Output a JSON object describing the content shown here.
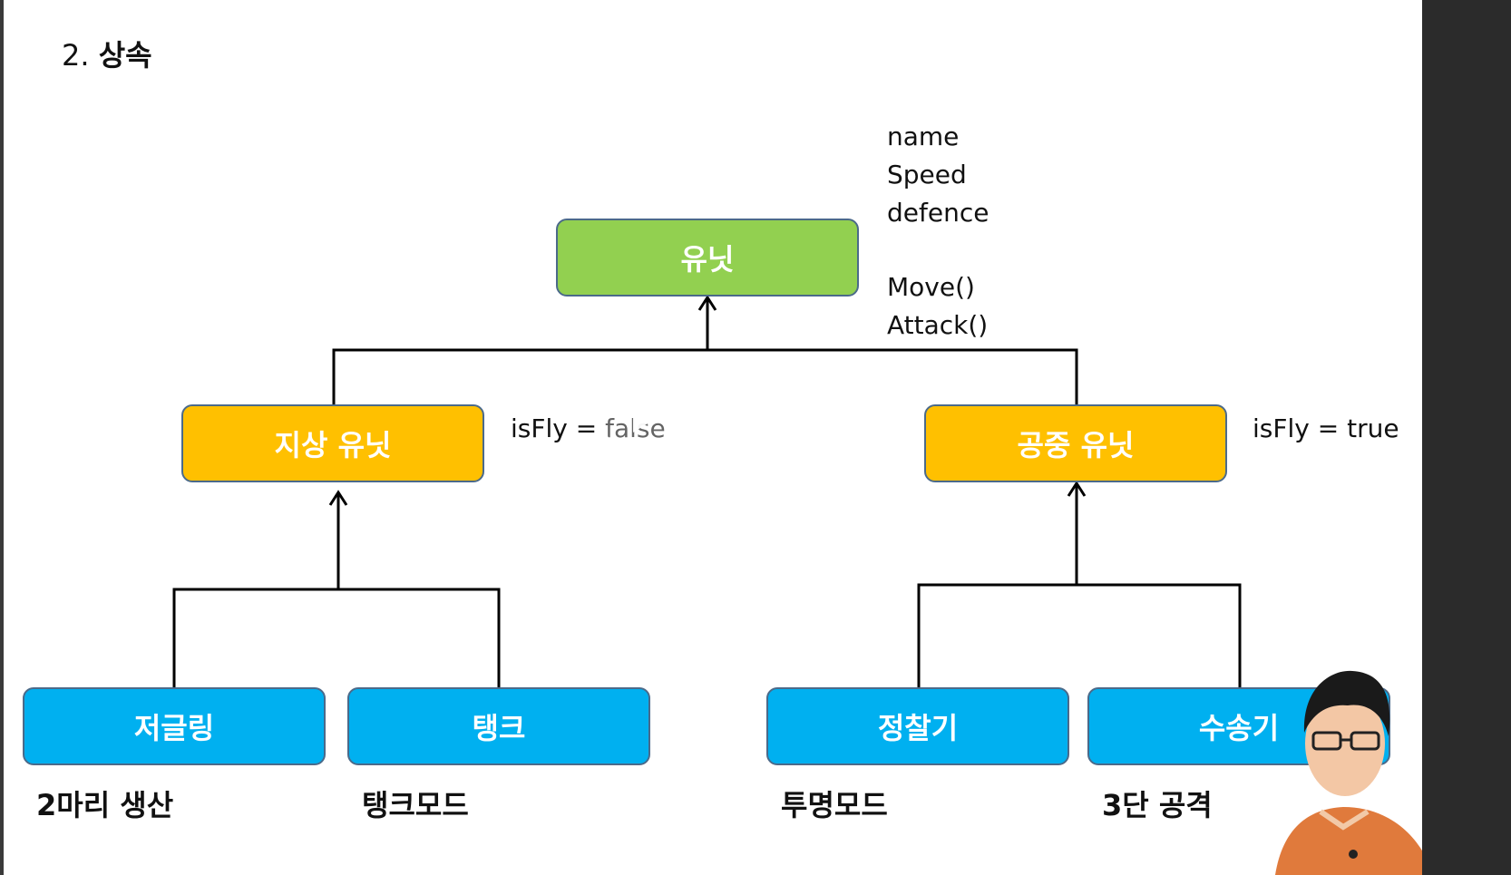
{
  "title": {
    "number": "2.",
    "text": "상속"
  },
  "nodes": {
    "unit": "유닛",
    "ground_unit": "지상 유닛",
    "air_unit": "공중 유닛",
    "zergling": "저글링",
    "tank": "탱크",
    "scout": "정찰기",
    "transport": "수송기"
  },
  "unit_members": {
    "fields": [
      "name",
      "Speed",
      "defence"
    ],
    "methods": [
      "Move()",
      "Attack()"
    ]
  },
  "notes": {
    "ground_is_fly": "isFly = false",
    "air_is_fly": "isFly = true"
  },
  "captions": {
    "zergling": "2마리 생산",
    "tank": "탱크모드",
    "scout": "투명모드",
    "transport": "3단 공격"
  },
  "colors": {
    "root": "#92d050",
    "middle": "#ffc000",
    "leaf": "#00b0f0",
    "node_border": "#4b6a8a"
  },
  "icons": {
    "play": "play-icon"
  }
}
